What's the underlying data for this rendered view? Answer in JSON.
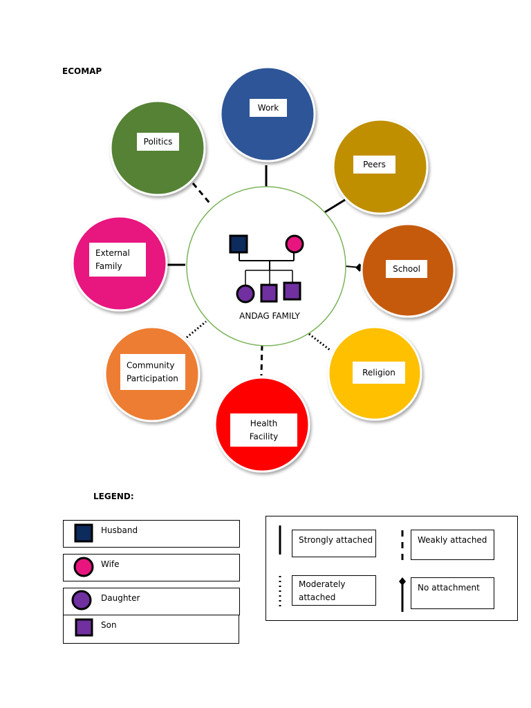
{
  "title": "ECOMAP",
  "center": {
    "label": "ANDAG FAMILY",
    "border_color": "#7cb35a"
  },
  "nodes": [
    {
      "id": "work",
      "lines": [
        "Work"
      ],
      "color": "#2e5497",
      "connection": "strong"
    },
    {
      "id": "peers",
      "lines": [
        "Peers"
      ],
      "color": "#bf8f00",
      "connection": "strong"
    },
    {
      "id": "school",
      "lines": [
        "School"
      ],
      "color": "#c55a11",
      "connection": "none"
    },
    {
      "id": "religion",
      "lines": [
        "Religion"
      ],
      "color": "#ffc000",
      "connection": "moderate"
    },
    {
      "id": "health-facility",
      "lines": [
        "Health",
        "Facility"
      ],
      "color": "#ff0000",
      "connection": "weak"
    },
    {
      "id": "community-participation",
      "lines": [
        "Community",
        "Participation"
      ],
      "color": "#ed7d31",
      "connection": "moderate"
    },
    {
      "id": "external-family",
      "lines": [
        "External",
        "Family"
      ],
      "color": "#e8157f",
      "connection": "strong"
    },
    {
      "id": "politics",
      "lines": [
        "Politics"
      ],
      "color": "#548235",
      "connection": "weak"
    }
  ],
  "genogram": {
    "husband_color": "#0d2b5c",
    "wife_color": "#e8157f",
    "child_color": "#7030a0"
  },
  "legend": {
    "heading": "LEGEND:",
    "members": [
      {
        "label": "Husband",
        "symbol": "square",
        "color": "#0d2b5c"
      },
      {
        "label": "Wife",
        "symbol": "circle",
        "color": "#e8157f"
      },
      {
        "label": "Daughter",
        "symbol": "circle",
        "color": "#7030a0"
      },
      {
        "label": "Son",
        "symbol": "square",
        "color": "#7030a0"
      }
    ],
    "attachments": {
      "strong": "Strongly attached",
      "weak": "Weakly attached",
      "moderate": "Moderately attached",
      "none": "No attachment"
    }
  }
}
